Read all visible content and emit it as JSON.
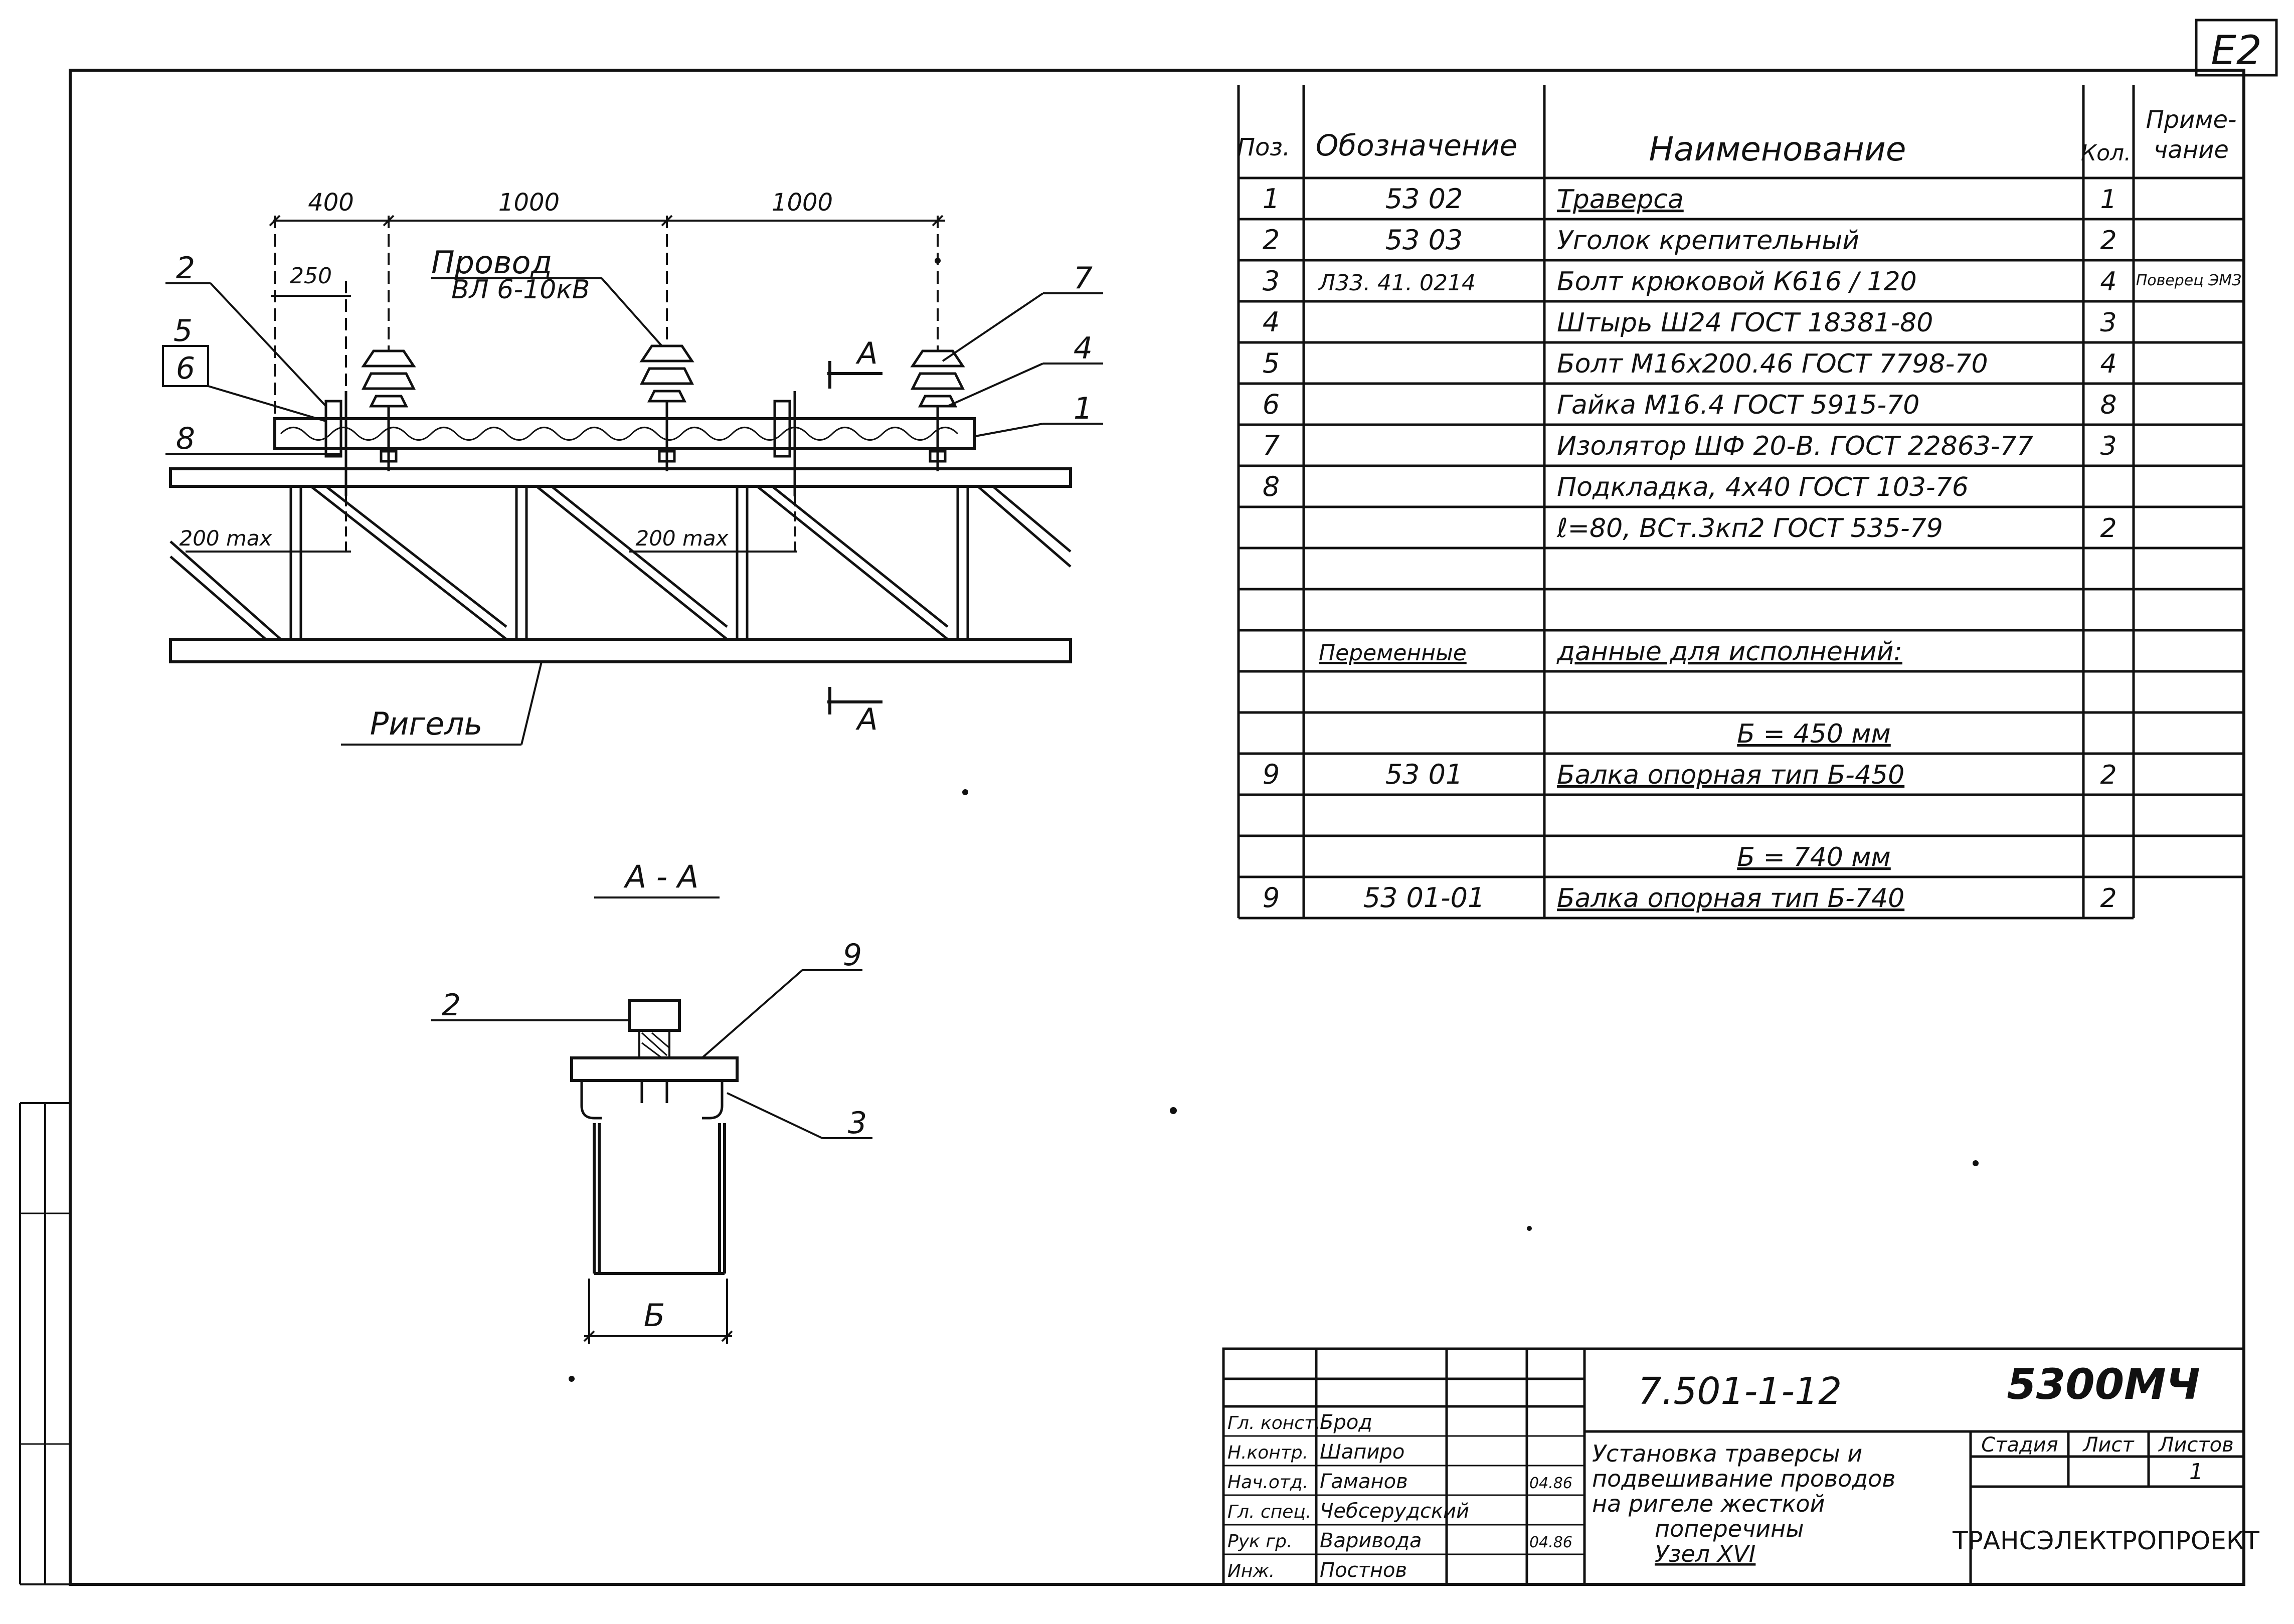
{
  "sheet_corner": "E2",
  "drawing": {
    "dims_top": [
      "400",
      "1000",
      "1000"
    ],
    "dim_250": "250",
    "wire_label": [
      "Провод",
      "ВЛ 6-10кВ"
    ],
    "callouts_left": [
      "2",
      "5",
      "6",
      "8"
    ],
    "callouts_right": [
      "7",
      "4",
      "1"
    ],
    "section_marker": "А",
    "dim_200_a": "200 max",
    "dim_200_b": "200 max",
    "beam_label": "Ригель"
  },
  "section": {
    "title": "А - А",
    "callouts": [
      "2",
      "9",
      "3"
    ],
    "width_label": "Б"
  },
  "spec": {
    "headers": [
      "Поз.",
      "Обозначение",
      "Наименование",
      "Кол.",
      "Приме-",
      "чание"
    ],
    "rows": [
      {
        "pos": "1",
        "code": "53 02",
        "name": "Траверса",
        "qty": "1",
        "note": ""
      },
      {
        "pos": "2",
        "code": "53 03",
        "name": "Уголок крепительный",
        "qty": "2",
        "note": ""
      },
      {
        "pos": "3",
        "code": "Л33. 41. 0214",
        "name": "Болт крюковой К616 / 120",
        "qty": "4",
        "note": "Поверец ЭМЗ"
      },
      {
        "pos": "4",
        "code": "",
        "name": "Штырь Ш24       ГОСТ 18381-80",
        "qty": "3",
        "note": ""
      },
      {
        "pos": "5",
        "code": "",
        "name": "Болт М16х200.46 ГОСТ 7798-70",
        "qty": "4",
        "note": ""
      },
      {
        "pos": "6",
        "code": "",
        "name": "Гайка М16.4    ГОСТ 5915-70",
        "qty": "8",
        "note": ""
      },
      {
        "pos": "7",
        "code": "",
        "name": "Изолятор ШФ 20-В. ГОСТ 22863-77",
        "qty": "3",
        "note": ""
      },
      {
        "pos": "8",
        "code": "",
        "name": "Подкладка, 4х40  ГОСТ 103-76",
        "qty": "",
        "note": ""
      },
      {
        "pos": "",
        "code": "",
        "name": "ℓ=80, ВСт.3кп2  ГОСТ 535-79",
        "qty": "2",
        "note": ""
      },
      {
        "pos": "",
        "code": "",
        "name": "",
        "qty": "",
        "note": ""
      },
      {
        "pos": "",
        "code": "",
        "name": "",
        "qty": "",
        "note": ""
      },
      {
        "pos": "",
        "code": "Переменные",
        "name": "данные для исполнений:",
        "qty": "",
        "note": ""
      },
      {
        "pos": "",
        "code": "",
        "name": "",
        "qty": "",
        "note": ""
      },
      {
        "pos": "",
        "code": "",
        "name": "Б = 450 мм",
        "qty": "",
        "note": ""
      },
      {
        "pos": "9",
        "code": "53 01",
        "name": "Балка опорная тип Б-450",
        "qty": "2",
        "note": ""
      },
      {
        "pos": "",
        "code": "",
        "name": "",
        "qty": "",
        "note": ""
      },
      {
        "pos": "",
        "code": "",
        "name": "Б = 740 мм",
        "qty": "",
        "note": ""
      },
      {
        "pos": "9",
        "code": "53 01-01",
        "name": "Балка опорная тип Б-740",
        "qty": "2",
        "note": ""
      }
    ]
  },
  "title_block": {
    "doc_code": "7.501-1-12",
    "sheet_code": "5300МЧ",
    "roles": [
      {
        "role": "Гл. конст.",
        "name": "Брод",
        "date": ""
      },
      {
        "role": "Н.контр.",
        "name": "Шапиро",
        "date": ""
      },
      {
        "role": "Нач.отд.",
        "name": "Гаманов",
        "date": "04.86"
      },
      {
        "role": "Гл. спец.",
        "name": "Чебсерудский",
        "date": ""
      },
      {
        "role": "Рук гр.",
        "name": "Варивода",
        "date": "04.86"
      },
      {
        "role": "Инж.",
        "name": "Постнов",
        "date": ""
      }
    ],
    "description": [
      "Установка траверсы и",
      "подвешивание проводов",
      "на ригеле жесткой",
      "поперечины",
      "Узел XVI"
    ],
    "stage_labels": [
      "Стадия",
      "Лист",
      "Листов"
    ],
    "sheets_count": "1",
    "organization": "ТРАНСЭЛЕКТРОПРОЕКТ"
  }
}
